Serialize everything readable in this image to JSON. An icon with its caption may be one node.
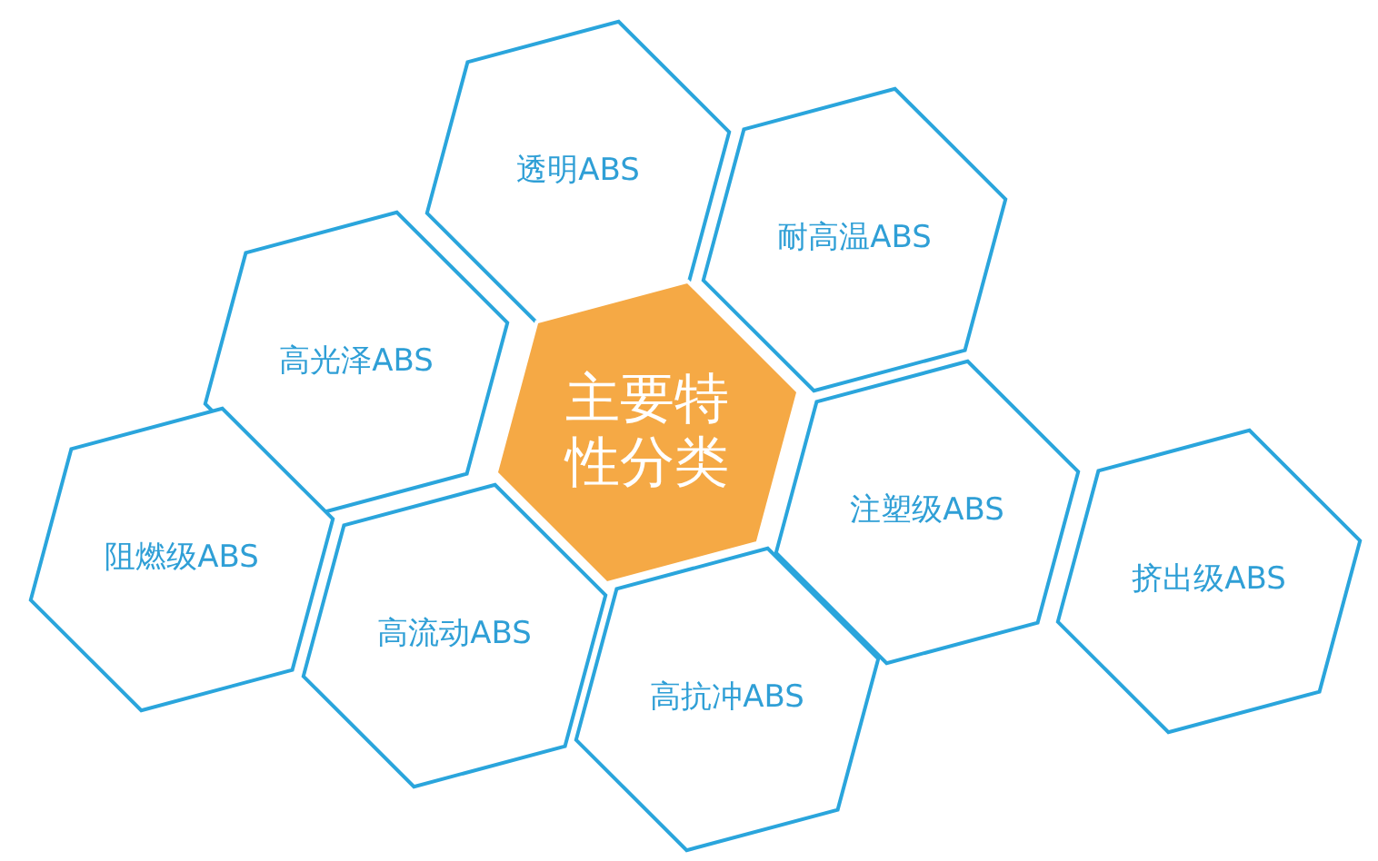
{
  "diagram": {
    "nodes": [
      {
        "text": [
          "透明ABS"
        ]
      },
      {
        "text": [
          "耐高温ABS"
        ]
      },
      {
        "text": [
          "高光泽ABS"
        ]
      },
      {
        "text": [
          "主要特性分类"
        ]
      },
      {
        "text": [
          "注塑级ABS"
        ]
      },
      {
        "text": [
          "阻燃级ABS"
        ]
      },
      {
        "text": [
          "挤出级ABS"
        ]
      },
      {
        "text": [
          "高流动ABS"
        ]
      },
      {
        "text": [
          "高抗冲ABS"
        ]
      }
    ],
    "edges": []
  }
}
